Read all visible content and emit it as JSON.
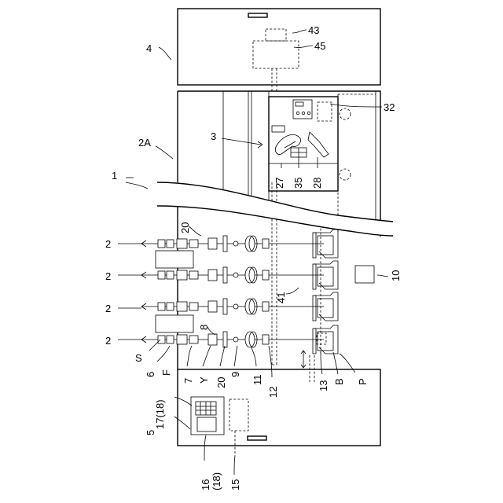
{
  "figure": {
    "labels": {
      "ref_1": "1",
      "ref_2a": "2",
      "ref_2b": "2",
      "ref_2c": "2",
      "ref_2d": "2",
      "ref_2A": "2A",
      "ref_3": "3",
      "ref_4": "4",
      "ref_5": "5",
      "ref_6": "6",
      "ref_7": "7",
      "ref_8": "8",
      "ref_9": "9",
      "ref_10": "10",
      "ref_11": "11",
      "ref_12": "12",
      "ref_13": "13",
      "ref_15": "15",
      "ref_16": "16\n(18)",
      "ref_17": "17(18)",
      "ref_20a": "20",
      "ref_20b": "20",
      "ref_27": "27",
      "ref_28": "28",
      "ref_32": "32",
      "ref_35": "35",
      "ref_41": "41",
      "ref_43": "43",
      "ref_45": "45",
      "ref_S": "S",
      "ref_F": "F",
      "ref_Y": "Y",
      "ref_B": "B",
      "ref_P": "P"
    }
  }
}
